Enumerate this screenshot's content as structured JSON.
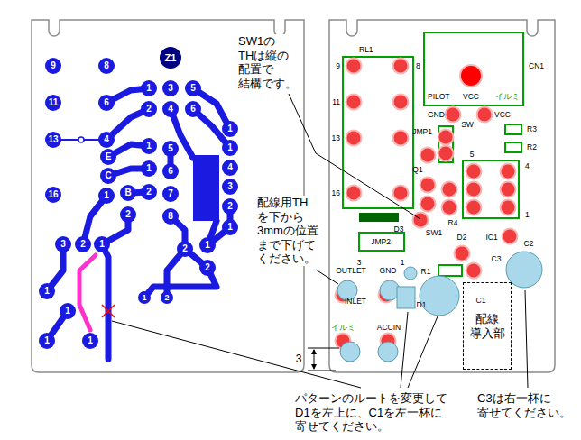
{
  "diagram": {
    "nodes": [
      {
        "text": [
          "配線 導入部"
        ]
      }
    ],
    "labels": [
      "9",
      "8",
      "Z1",
      "11",
      "6",
      "1",
      "3",
      "5",
      "2",
      "4",
      "6",
      "13",
      "4",
      "1",
      "1",
      "5",
      "1",
      "E",
      "1",
      "6",
      "4",
      "C",
      "3",
      "16",
      "1",
      "B",
      "2",
      "7",
      "2",
      "2",
      "8",
      "1",
      "2",
      "1",
      "3",
      "2",
      "1",
      "2",
      "1",
      "1",
      "2",
      "1",
      "1",
      "1",
      "RL1",
      "9",
      "8",
      "11",
      "13",
      "16",
      "CN1",
      "VCC",
      "PILOT",
      "イルミ",
      "GND",
      "VCC",
      "SW",
      "JMP1",
      "R3",
      "R2",
      "Q1",
      "5",
      "4",
      "R4",
      "1",
      "D3",
      "SW1",
      "D2",
      "IC1",
      "JMP2",
      "C2",
      "C3",
      "3",
      "1",
      "OUTLET",
      "GND",
      "R1",
      "INLET",
      "D1",
      "C1",
      "イルミ",
      "ACCIN",
      "3",
      "SW1の THは縦の 配置で 結構です。",
      "配線用TH を下から 3mmの位置 まで下げて ください。",
      "パターンのルートを変更して D1を左上に、C1を左一杯に 寄せてください。",
      "C3は右一杯に 寄せてください。"
    ]
  }
}
